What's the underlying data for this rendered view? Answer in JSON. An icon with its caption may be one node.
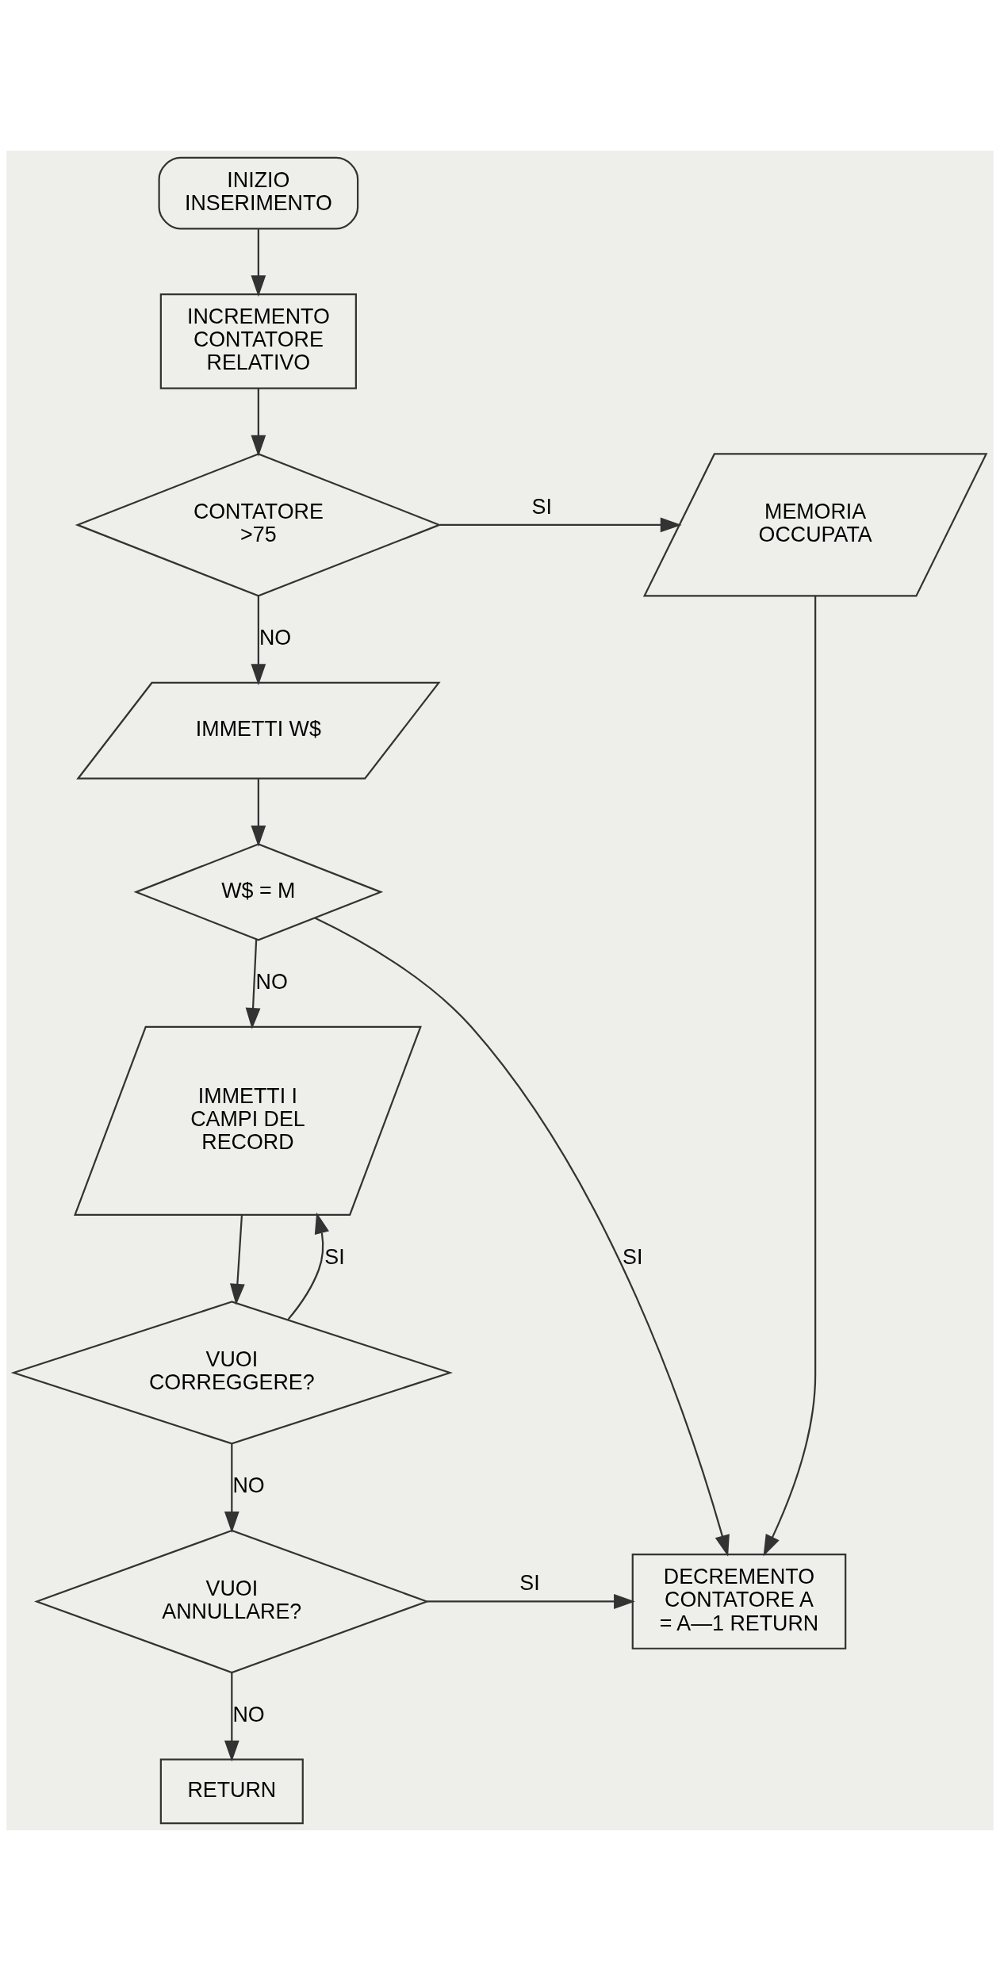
{
  "diagram": {
    "nodes": [
      {
        "text": [
          "INIZIO INSERIMENTO"
        ]
      },
      {
        "text": [
          "INCREMENTO CONTATORE RELATIVO"
        ]
      },
      {
        "text": [
          "CONTATORE >75"
        ]
      },
      {
        "text": [
          "MEMORIA OCCUPATA"
        ]
      },
      {
        "text": [
          "IMMETTI W$"
        ]
      },
      {
        "text": [
          "W$ = M"
        ]
      },
      {
        "text": [
          "IMMETTI I CAMPI DEL RECORD"
        ]
      },
      {
        "text": [
          "VUOI CORREGGERE?"
        ]
      },
      {
        "text": [
          "VUOI ANNULLARE?"
        ]
      },
      {
        "text": [
          "DECREMENTO CONTATORE A = A—1 RETURN"
        ]
      },
      {
        "text": [
          "RETURN"
        ]
      }
    ],
    "edges": [
      {
        "from": 0,
        "to": 1,
        "arrow": "to"
      },
      {
        "from": 1,
        "to": 2,
        "arrow": "to"
      },
      {
        "from": 2,
        "to": 3,
        "arrow": "to",
        "label": "SI"
      },
      {
        "from": 2,
        "to": 4,
        "arrow": "to",
        "label": "NO"
      },
      {
        "from": 3,
        "to": 9,
        "arrow": "to"
      },
      {
        "from": 4,
        "to": 5,
        "arrow": "to"
      },
      {
        "from": 5,
        "to": 9,
        "arrow": "to",
        "label": "SI"
      },
      {
        "from": 5,
        "to": 6,
        "arrow": "to",
        "label": "NO"
      },
      {
        "from": 6,
        "to": 7,
        "arrow": "to"
      },
      {
        "from": 7,
        "to": 6,
        "arrow": "to",
        "label": "SI"
      },
      {
        "from": 7,
        "to": 8,
        "arrow": "to",
        "label": "NO"
      },
      {
        "from": 8,
        "to": 9,
        "arrow": "to",
        "label": "SI"
      },
      {
        "from": 8,
        "to": 10,
        "arrow": "to",
        "label": "NO"
      }
    ]
  }
}
